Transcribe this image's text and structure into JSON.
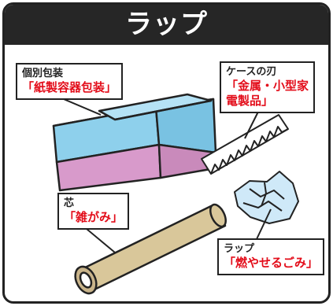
{
  "title": "ラップ",
  "labels": {
    "box": {
      "caption": "個別包装",
      "category": "「紙製容器包装」"
    },
    "blade": {
      "caption": "ケースの刃",
      "category": "「金属・小型家\n電製品」"
    },
    "core": {
      "caption": "芯",
      "category": "「雑がみ」"
    },
    "wrap": {
      "caption": "ラップ",
      "category": "「燃やせるごみ」"
    }
  },
  "colors": {
    "header_bg": "#262626",
    "category_red": "#e30d1a",
    "box_blue": "#8ed0ec",
    "box_pink": "#d89acb",
    "core_tan": "#d9c79a"
  },
  "icons": [
    "wrap-box-illustration",
    "saw-blade-illustration",
    "paper-core-illustration",
    "crumpled-wrap-illustration"
  ]
}
